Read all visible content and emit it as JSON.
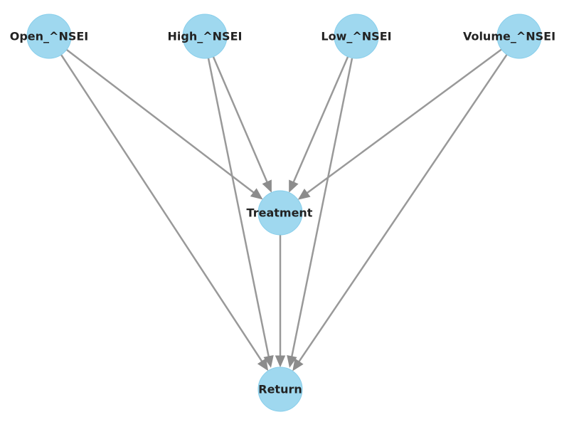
{
  "diagram": {
    "nodes": [
      {
        "id": "open",
        "label": "Open_^NSEI"
      },
      {
        "id": "high",
        "label": "High_^NSEI"
      },
      {
        "id": "low",
        "label": "Low_^NSEI"
      },
      {
        "id": "volume",
        "label": "Volume_^NSEI"
      },
      {
        "id": "treatment",
        "label": "Treatment"
      },
      {
        "id": "return",
        "label": "Return"
      }
    ],
    "edges": [
      {
        "from": "open",
        "to": "treatment"
      },
      {
        "from": "open",
        "to": "return"
      },
      {
        "from": "high",
        "to": "treatment"
      },
      {
        "from": "high",
        "to": "return"
      },
      {
        "from": "low",
        "to": "treatment"
      },
      {
        "from": "low",
        "to": "return"
      },
      {
        "from": "volume",
        "to": "treatment"
      },
      {
        "from": "volume",
        "to": "return"
      },
      {
        "from": "treatment",
        "to": "return"
      }
    ],
    "colors": {
      "node_fill": "#87ceeb",
      "edge": "#999999",
      "label": "#222222"
    }
  }
}
